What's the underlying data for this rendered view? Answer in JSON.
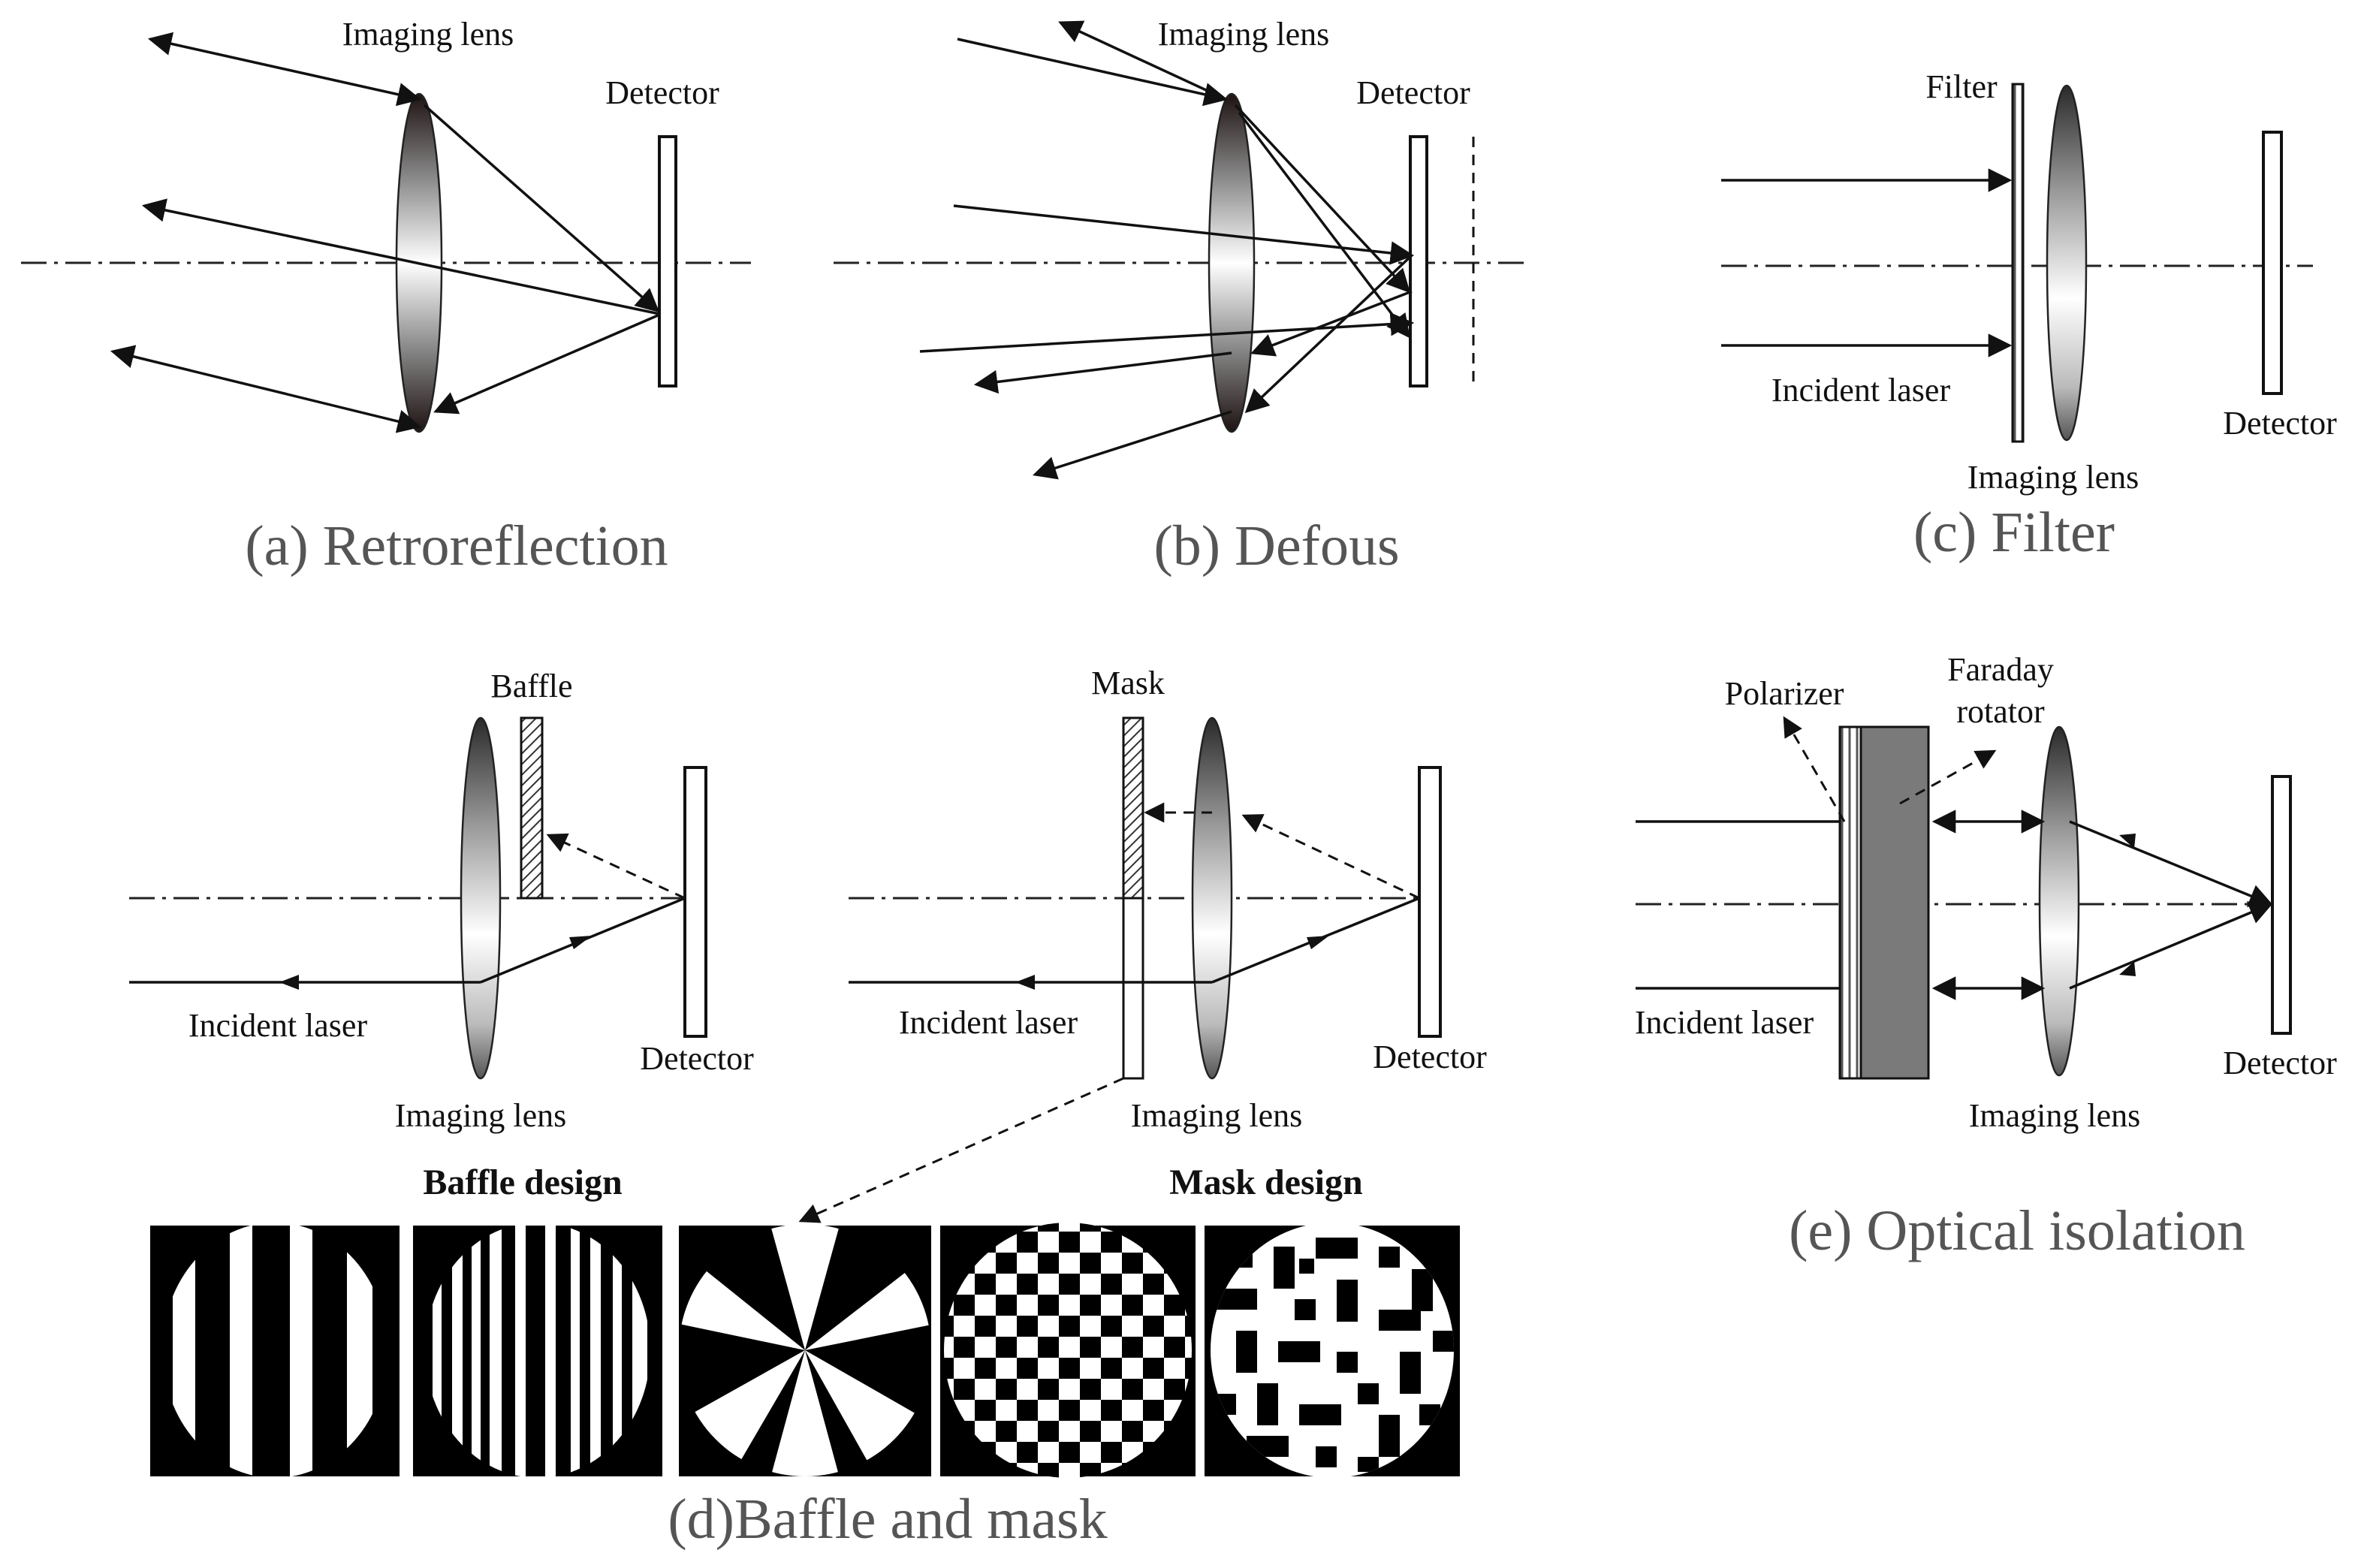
{
  "panels": {
    "a": {
      "caption": "(a) Retroreflection",
      "labels": {
        "lens": "Imaging lens",
        "detector": "Detector"
      }
    },
    "b": {
      "caption": "(b) Defous",
      "labels": {
        "lens": "Imaging lens",
        "detector": "Detector"
      }
    },
    "c": {
      "caption": "(c) Filter",
      "labels": {
        "filter": "Filter",
        "incident": "Incident laser",
        "lens": "Imaging lens",
        "detector": "Detector"
      }
    },
    "d": {
      "caption": "(d)Baffle and mask",
      "labels": {
        "baffle": "Baffle",
        "incident_left": "Incident laser",
        "detector_left": "Detector",
        "lens_left": "Imaging lens",
        "mask": "Mask",
        "incident_right": "Incident laser",
        "detector_right": "Detector",
        "lens_right": "Imaging lens",
        "baffle_design": "Baffle design",
        "mask_design": "Mask design"
      }
    },
    "e": {
      "caption": "(e) Optical isolation",
      "labels": {
        "polarizer": "Polarizer",
        "faraday_line1": "Faraday",
        "faraday_line2": "rotator",
        "incident": "Incident laser",
        "lens": "Imaging lens",
        "detector": "Detector"
      }
    }
  }
}
